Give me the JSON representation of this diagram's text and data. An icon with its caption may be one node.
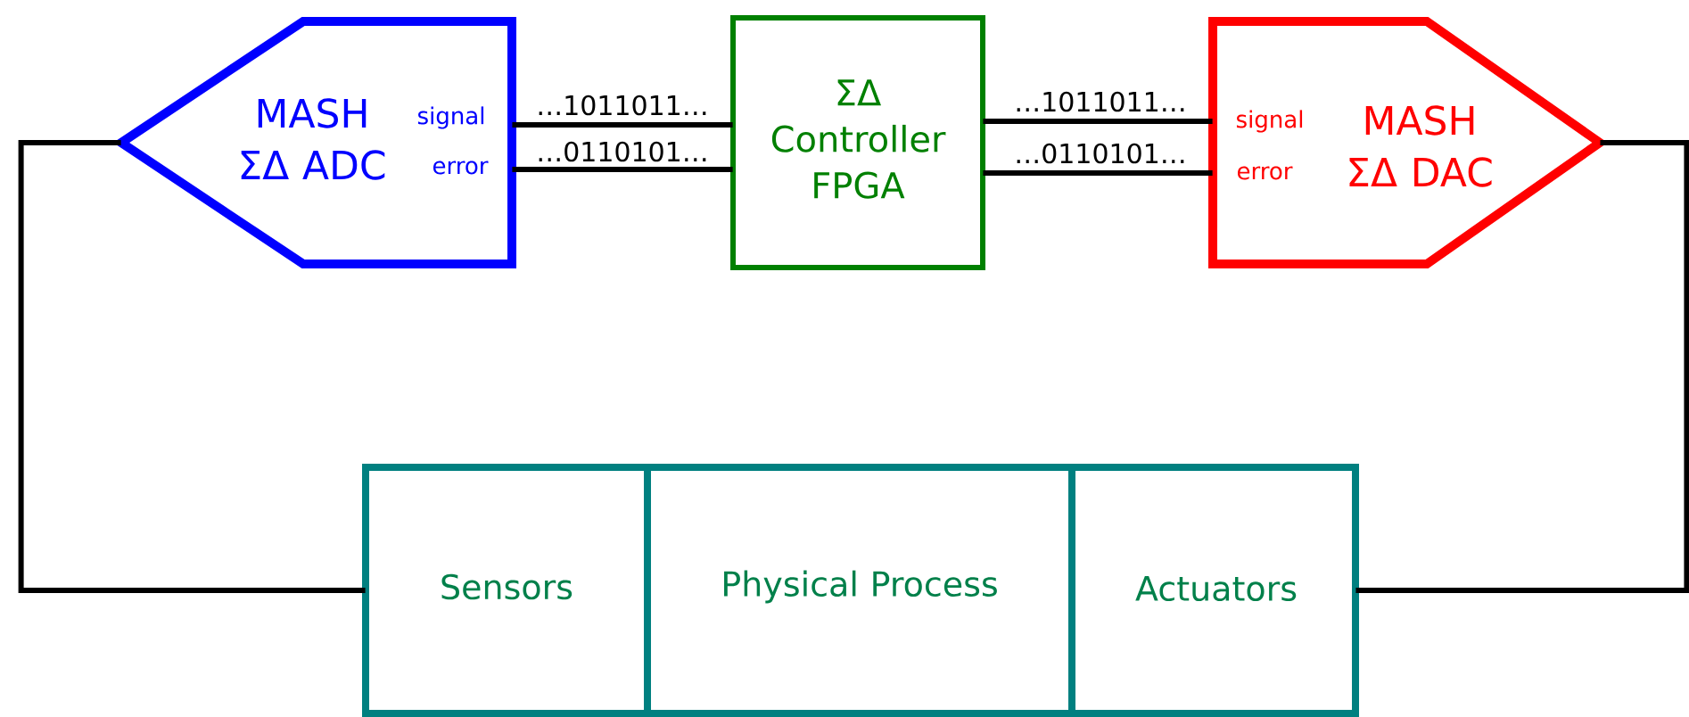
{
  "diagram": {
    "nodes": [
      {
        "text": [
          "MASH ΣΔ ADC",
          "signal",
          "error"
        ]
      },
      {
        "text": [
          "ΣΔ Controller FPGA"
        ]
      },
      {
        "text": [
          "signal",
          "error",
          "MASH ΣΔ DAC"
        ]
      },
      {
        "text": [
          "Sensors"
        ]
      },
      {
        "text": [
          "Physical Process"
        ]
      },
      {
        "text": [
          "Actuators"
        ]
      }
    ],
    "edges": [
      {
        "from": 3,
        "to": 0,
        "arrow": "none"
      },
      {
        "from": 0,
        "to": 1,
        "arrow": "none",
        "label": "…1011011…"
      },
      {
        "from": 0,
        "to": 1,
        "arrow": "none",
        "label": "…0110101…"
      },
      {
        "from": 1,
        "to": 2,
        "arrow": "none",
        "label": "…1011011…"
      },
      {
        "from": 1,
        "to": 2,
        "arrow": "none",
        "label": "…0110101…"
      },
      {
        "from": 2,
        "to": 5,
        "arrow": "none"
      }
    ]
  }
}
